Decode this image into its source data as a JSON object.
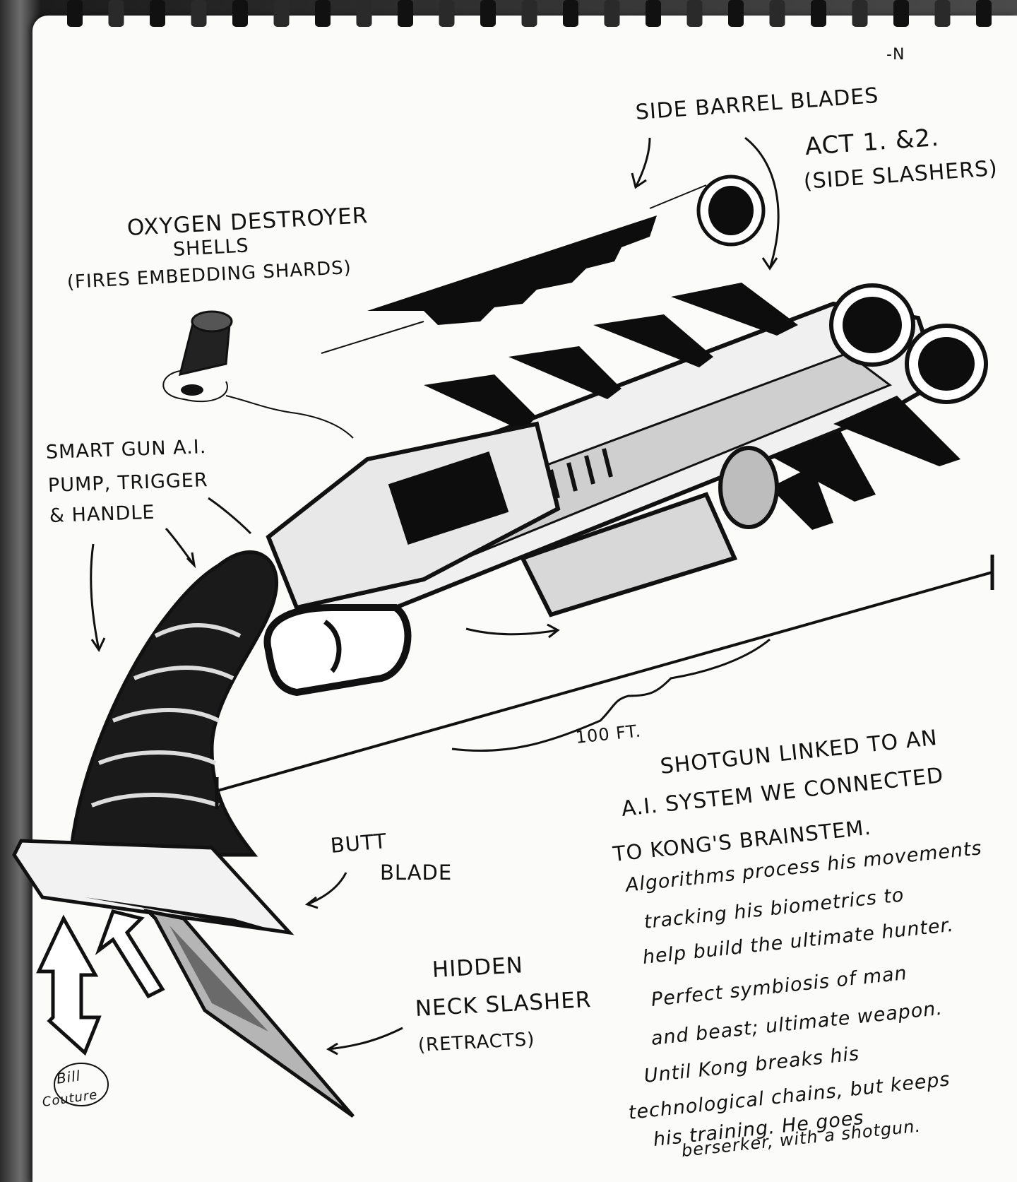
{
  "sketch": {
    "page_number": "-N",
    "labels": {
      "side_barrel_blades": "SIDE BARREL BLADES",
      "act": "ACT 1. &2.",
      "side_slashers": "(SIDE SLASHERS)",
      "oxygen_line1": "OXYGEN DESTROYER",
      "oxygen_line2": "SHELLS",
      "oxygen_line3": "(FIRES EMBEDDING SHARDS)",
      "smartgun_line1": "SMART GUN A.I.",
      "smartgun_line2": "PUMP, TRIGGER",
      "smartgun_line3": "& HANDLE",
      "distance": "100 FT.",
      "butt": "BUTT",
      "blade": "BLADE",
      "hidden_line1": "HIDDEN",
      "hidden_line2": "NECK SLASHER",
      "hidden_line3": "(RETRACTS)"
    },
    "description": {
      "line1": "SHOTGUN LINKED TO AN",
      "line2": "A.I. SYSTEM WE CONNECTED",
      "line3": "TO KONG'S BRAINSTEM.",
      "line4": "Algorithms process his movements",
      "line5": "tracking his biometrics to",
      "line6": "help build the ultimate hunter.",
      "line7": "Perfect symbiosis of man",
      "line8": "and beast; ultimate weapon.",
      "line9": "Until Kong breaks his",
      "line10": "technological chains, but keeps",
      "line11": "his training. He goes",
      "line12": "berserker, with a shotgun."
    },
    "signature_line1": "Bill",
    "signature_line2": "Couture"
  }
}
